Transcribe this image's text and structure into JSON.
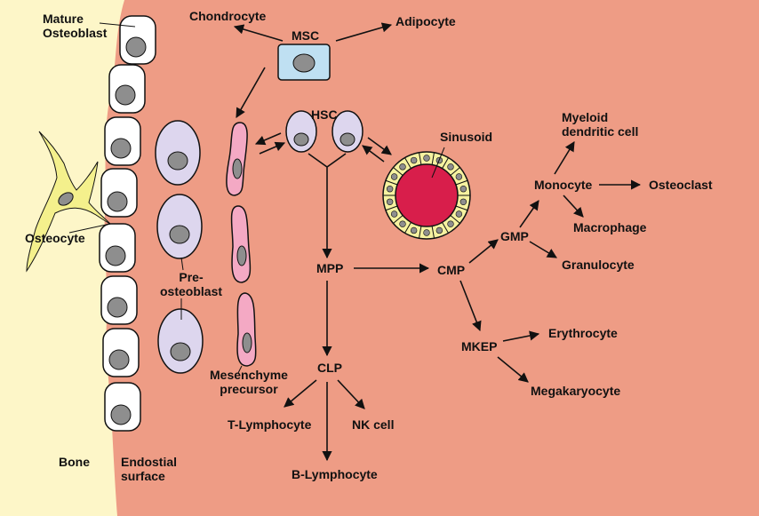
{
  "colors": {
    "background": "#EE9C85",
    "bone": "#FDF6C8",
    "cell_outline": "#111111",
    "nucleus": "#8E8E8E",
    "osteoblast_fill": "#FFFFFF",
    "preosteoblast_fill": "#DDD6EE",
    "mesenchyme_fill": "#F4A9C4",
    "msc_fill": "#BFE0F2",
    "osteocyte_fill": "#F4F08C",
    "sinusoid_fill": "#D81E4B",
    "sinusoid_ring": "#F6F2A0"
  },
  "labels": {
    "mature_osteoblast": "Mature\nOsteoblast",
    "osteocyte": "Osteocyte",
    "bone": "Bone",
    "endostial_surface": "Endostial\nsurface",
    "pre_osteoblast": "Pre-\nosteoblast",
    "mesenchyme_precursor": "Mesenchyme\nprecursor",
    "chondrocyte": "Chondrocyte",
    "msc": "MSC",
    "adipocyte": "Adipocyte",
    "hsc": "HSC",
    "sinusoid": "Sinusoid",
    "mpp": "MPP",
    "cmp": "CMP",
    "clp": "CLP",
    "gmp": "GMP",
    "mkep": "MKEP",
    "monocyte": "Monocyte",
    "myeloid_dendritic_cell": "Myeloid\ndendritic cell",
    "osteoclast": "Osteoclast",
    "macrophage": "Macrophage",
    "granulocyte": "Granulocyte",
    "erythrocyte": "Erythrocyte",
    "megakaryocyte": "Megakaryocyte",
    "t_lymphocyte": "T-Lymphocyte",
    "nk_cell": "NK cell",
    "b_lymphocyte": "B-Lymphocyte"
  }
}
